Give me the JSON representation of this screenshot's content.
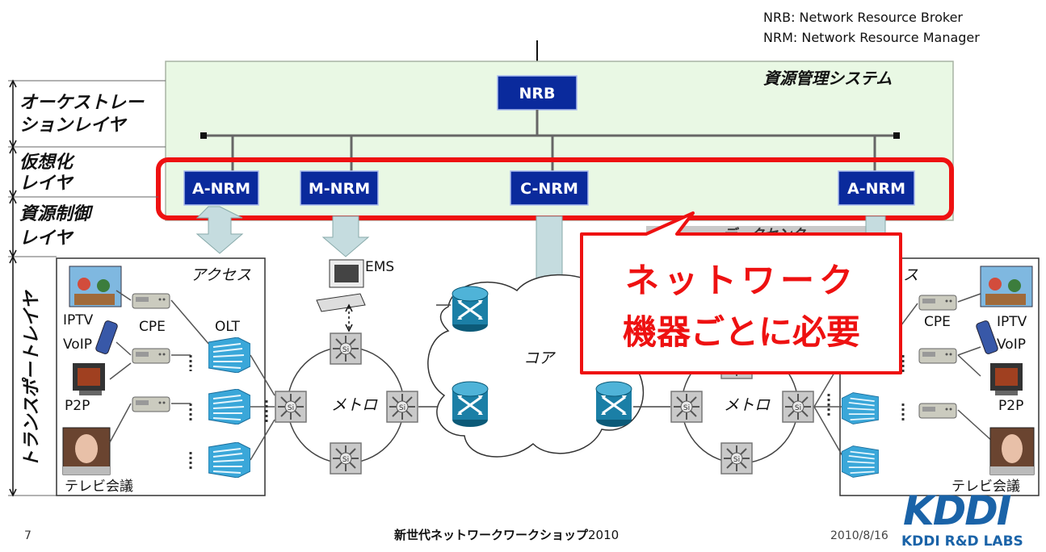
{
  "legend": {
    "nrb": "NRB: Network Resource Broker",
    "nrm": "NRM: Network Resource Manager"
  },
  "system_label": "資源管理システム",
  "nrb_box": "NRB",
  "nrm_boxes": [
    "A-NRM",
    "M-NRM",
    "C-NRM",
    "A-NRM"
  ],
  "layers": {
    "orchestration": [
      "オーケストレー",
      "ションレイヤ"
    ],
    "virtualization": [
      "仮想化",
      "レイヤ"
    ],
    "resource_control": [
      "資源制御",
      "レイヤ"
    ],
    "transport": "トランスポートレイヤ"
  },
  "datacenter": "データセンタ",
  "callout": [
    "ネットワーク",
    "機器ごとに必要"
  ],
  "access_left": "アクセス",
  "access_right": "ス",
  "ems": "EMS",
  "core": "コア",
  "metro_left": "メトロ",
  "metro_right": "メトロ",
  "left_labels": {
    "iptv": "IPTV",
    "voip": "VoIP",
    "cpe": "CPE",
    "olt": "OLT",
    "p2p": "P2P",
    "tv": "テレビ会議"
  },
  "right_labels": {
    "iptv": "IPTV",
    "voip": "VoIP",
    "cpe": "CPE",
    "p2p": "P2P",
    "tv": "テレビ会議"
  },
  "footer": {
    "page": "7",
    "workshop_bold": "新世代ネットワークワークショップ",
    "workshop_year": "2010",
    "date": "2010/8/16",
    "logo": "KDDI",
    "labs": "KDDI R&D LABS"
  },
  "colors": {
    "nrm_fill": "#0a2a9c",
    "system_bg": "#e9f8e4",
    "callout_red": "#ee1111",
    "arrow_fill": "#c5dcdf",
    "logo_blue": "#1a63a8"
  }
}
